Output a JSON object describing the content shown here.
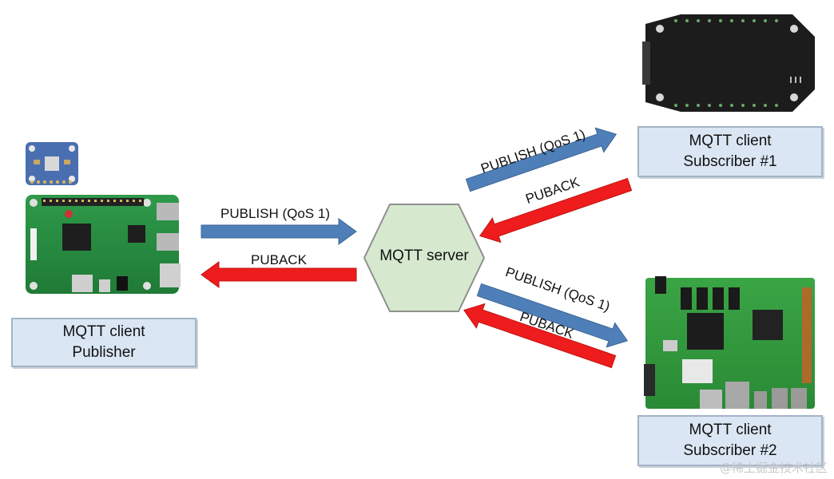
{
  "server": {
    "label": "MQTT server"
  },
  "publisher": {
    "line1": "MQTT client",
    "line2": "Publisher"
  },
  "subscriber1": {
    "line1": "MQTT client",
    "line2": "Subscriber #1"
  },
  "subscriber2": {
    "line1": "MQTT client",
    "line2": "Subscriber #2"
  },
  "arrows": {
    "pub_publish": "PUBLISH (QoS 1)",
    "pub_puback": "PUBACK",
    "sub1_publish": "PUBLISH (QoS 1)",
    "sub1_puback": "PUBACK",
    "sub2_publish": "PUBLISH (QoS 1)",
    "sub2_puback": "PUBACK"
  },
  "watermark": "@稀土掘金技术社区",
  "colors": {
    "publish_arrow": "#4f7fb8",
    "puback_arrow": "#ee1c1c",
    "server_fill": "#d6e9cf",
    "label_fill": "#dbe6f4"
  }
}
